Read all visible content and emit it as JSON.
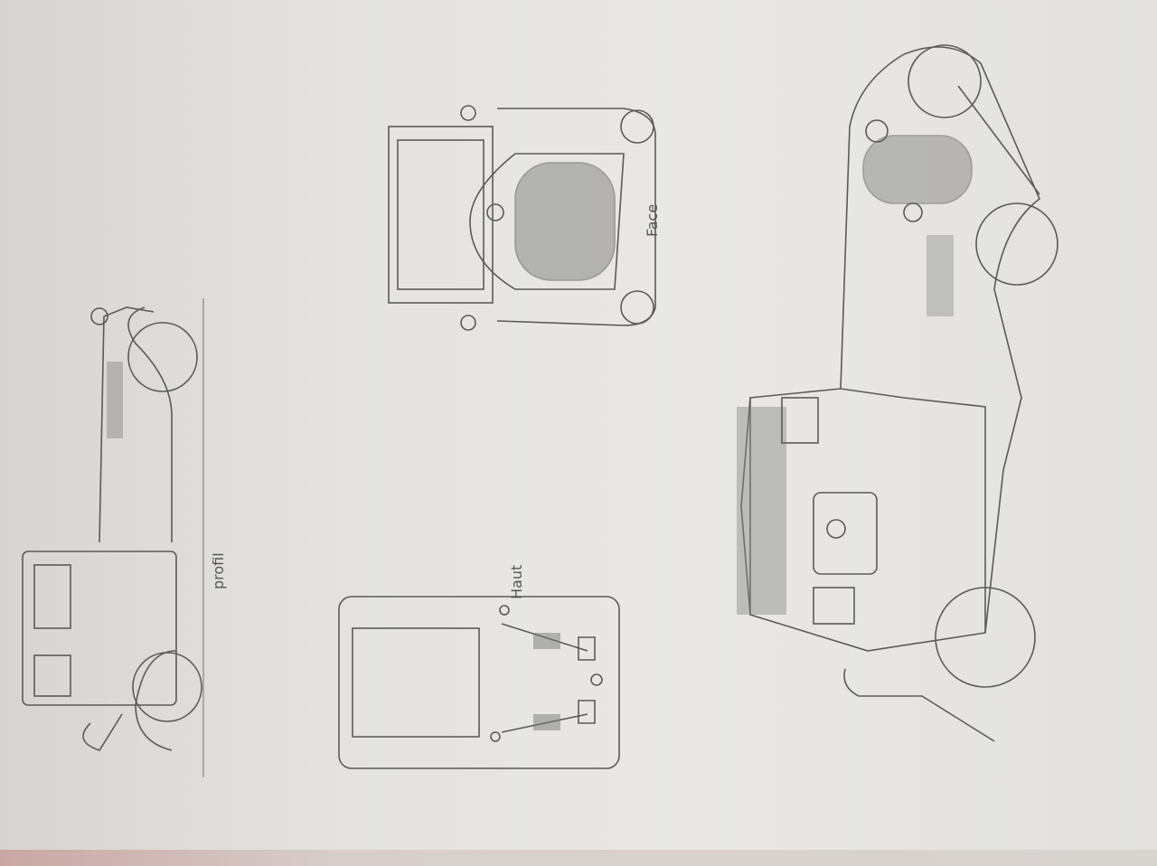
{
  "labels": {
    "side_view": "profil",
    "top_view": "Haut",
    "front_view": "Face"
  },
  "colors": {
    "paper": "#e6e5e1",
    "pencil": "#5a5a5a"
  }
}
